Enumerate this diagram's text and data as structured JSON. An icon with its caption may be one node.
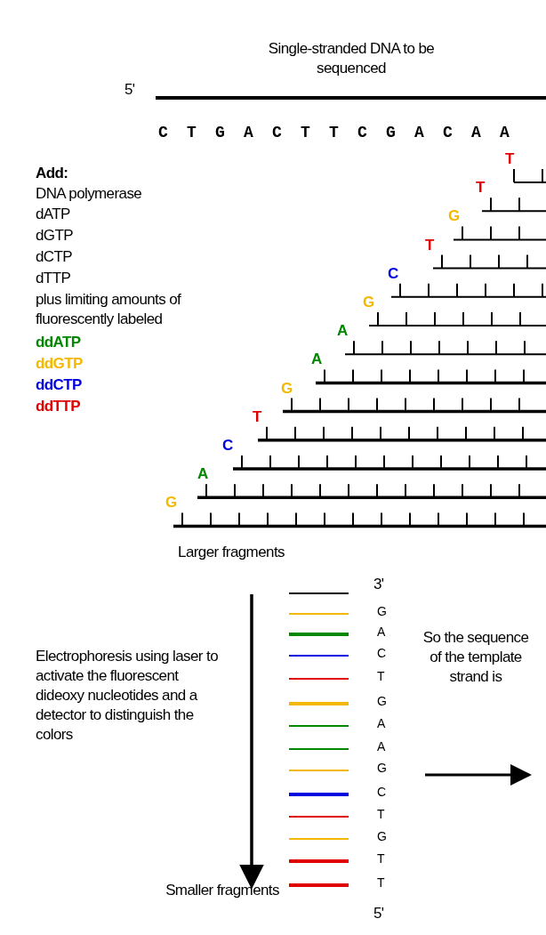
{
  "diagram": {
    "labels": [
      "Single-stranded DNA to be sequenced",
      "5'",
      "C T G A C T T C G A C A A",
      "Add:",
      "DNA polymerase",
      "dATP",
      "dGTP",
      "dCTP",
      "dTTP",
      "plus limiting amounts of fluorescently labeled",
      "ddATP",
      "ddGTP",
      "ddCTP",
      "ddTTP",
      "T",
      "T",
      "G",
      "T",
      "C",
      "G",
      "A",
      "A",
      "G",
      "T",
      "C",
      "A",
      "G",
      "Larger fragments",
      "3'",
      "G",
      "A",
      "C",
      "T",
      "G",
      "A",
      "A",
      "G",
      "C",
      "T",
      "G",
      "T",
      "T",
      "5'",
      "Electrophoresis using laser to activate the fluorescent dideoxy nucleotides and a detector to distinguish the colors",
      "So the sequence of the template strand is",
      "Smaller fragments"
    ]
  }
}
